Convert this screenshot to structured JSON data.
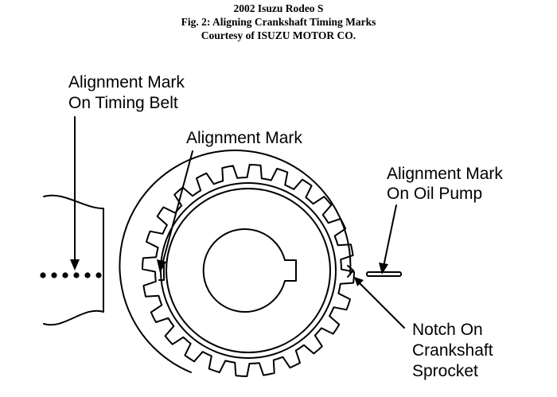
{
  "header": {
    "line1": "2002 Isuzu Rodeo S",
    "line2": "Fig. 2: Aligning Crankshaft Timing Marks",
    "line3": "Courtesy of ISUZU MOTOR CO."
  },
  "labels": {
    "belt_mark_line1": "Alignment Mark",
    "belt_mark_line2": "On Timing Belt",
    "sprocket_mark": "Alignment Mark",
    "pump_mark_line1": "Alignment Mark",
    "pump_mark_line2": "On Oil Pump",
    "notch_line1": "Notch On",
    "notch_line2": "Crankshaft",
    "notch_line3": "Sprocket"
  },
  "colors": {
    "ink": "#000000",
    "background": "#ffffff"
  }
}
